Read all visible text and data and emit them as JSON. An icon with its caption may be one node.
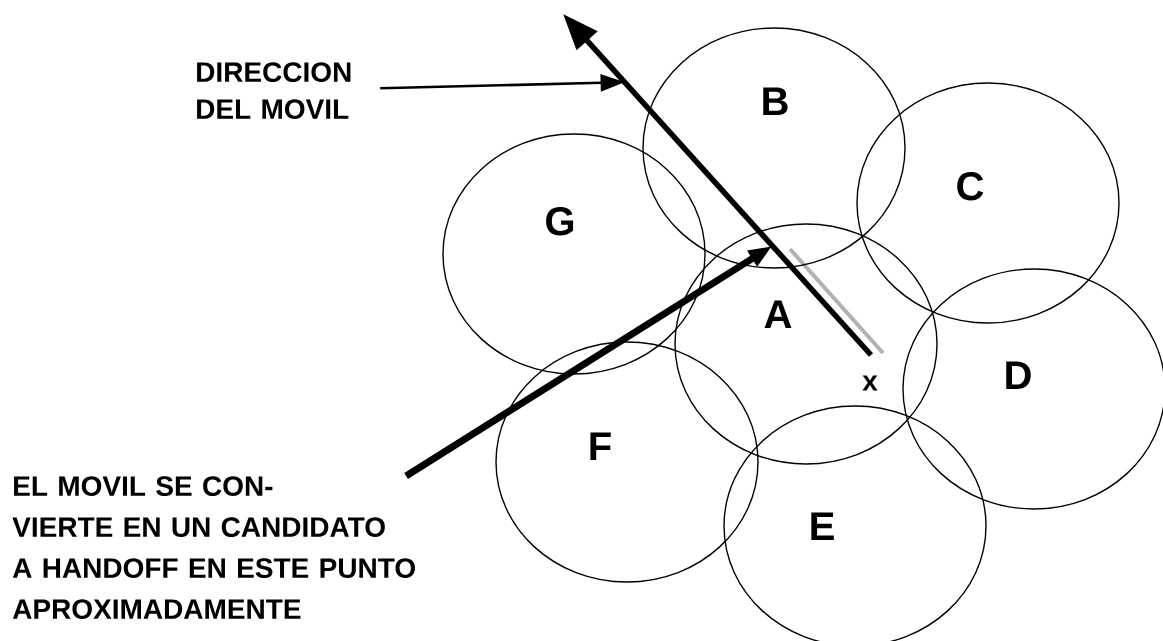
{
  "diagram": {
    "nodes": [
      {
        "text": [
          "B"
        ]
      },
      {
        "text": [
          "C"
        ]
      },
      {
        "text": [
          "G"
        ]
      },
      {
        "text": [
          "A"
        ]
      },
      {
        "text": [
          "D"
        ]
      },
      {
        "text": [
          "F"
        ]
      },
      {
        "text": [
          "E"
        ]
      },
      {
        "text": [
          "DIRECCION DEL MOVIL"
        ]
      },
      {
        "text": [
          "EL MOVIL SE CON- VIERTE EN UN CANDIDATO A HANDOFF EN ESTE PUNTO APROXIMADAMENTE"
        ]
      },
      {
        "text": [],
        "shape": "arrow"
      }
    ],
    "edges": [
      {
        "from": 7,
        "to": 9,
        "arrow": "to"
      },
      {
        "from": 8,
        "to": 9,
        "arrow": "to",
        "style": "thick"
      }
    ],
    "labels": [
      "x"
    ]
  }
}
